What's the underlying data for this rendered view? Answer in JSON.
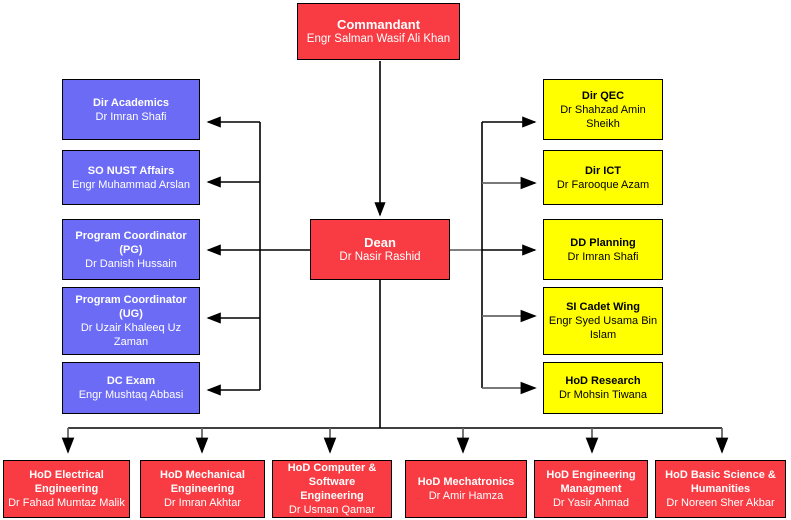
{
  "palette": {
    "red": "#F93B43",
    "blue": "#6C6BF5",
    "yellow": "#FFFF00",
    "line_black": "#000000",
    "line_gray": "#666666"
  },
  "nodes": {
    "commandant": {
      "title": "Commandant",
      "name": "Engr Salman Wasif Ali Khan"
    },
    "dean": {
      "title": "Dean",
      "name": "Dr Nasir Rashid"
    },
    "left": [
      {
        "title": "Dir Academics",
        "name": "Dr Imran Shafi"
      },
      {
        "title": "SO NUST Affairs",
        "name": "Engr Muhammad Arslan"
      },
      {
        "title": "Program Coordinator (PG)",
        "name": "Dr Danish Hussain"
      },
      {
        "title": "Program Coordinator (UG)",
        "name": "Dr Uzair Khaleeq Uz Zaman"
      },
      {
        "title": "DC Exam",
        "name": "Engr Mushtaq Abbasi"
      }
    ],
    "right": [
      {
        "title": "Dir QEC",
        "name": "Dr Shahzad Amin Sheikh"
      },
      {
        "title": "Dir ICT",
        "name": "Dr Farooque Azam"
      },
      {
        "title": "DD Planning",
        "name": "Dr Imran Shafi"
      },
      {
        "title": "SI Cadet Wing",
        "name": "Engr Syed Usama Bin Islam"
      },
      {
        "title": "HoD Research",
        "name": "Dr Mohsin Tiwana"
      }
    ],
    "bottom": [
      {
        "title": "HoD Electrical Engineering",
        "name": "Dr Fahad Mumtaz Malik"
      },
      {
        "title": "HoD Mechanical Engineering",
        "name": "Dr Imran Akhtar"
      },
      {
        "title": "HoD Computer & Software Engineering",
        "name": "Dr Usman Qamar"
      },
      {
        "title": "HoD Mechatronics",
        "name": "Dr Amir Hamza"
      },
      {
        "title": "HoD Engineering Managment",
        "name": "Dr Yasir Ahmad"
      },
      {
        "title": "HoD Basic Science & Humanities",
        "name": "Dr Noreen Sher Akbar"
      }
    ]
  }
}
